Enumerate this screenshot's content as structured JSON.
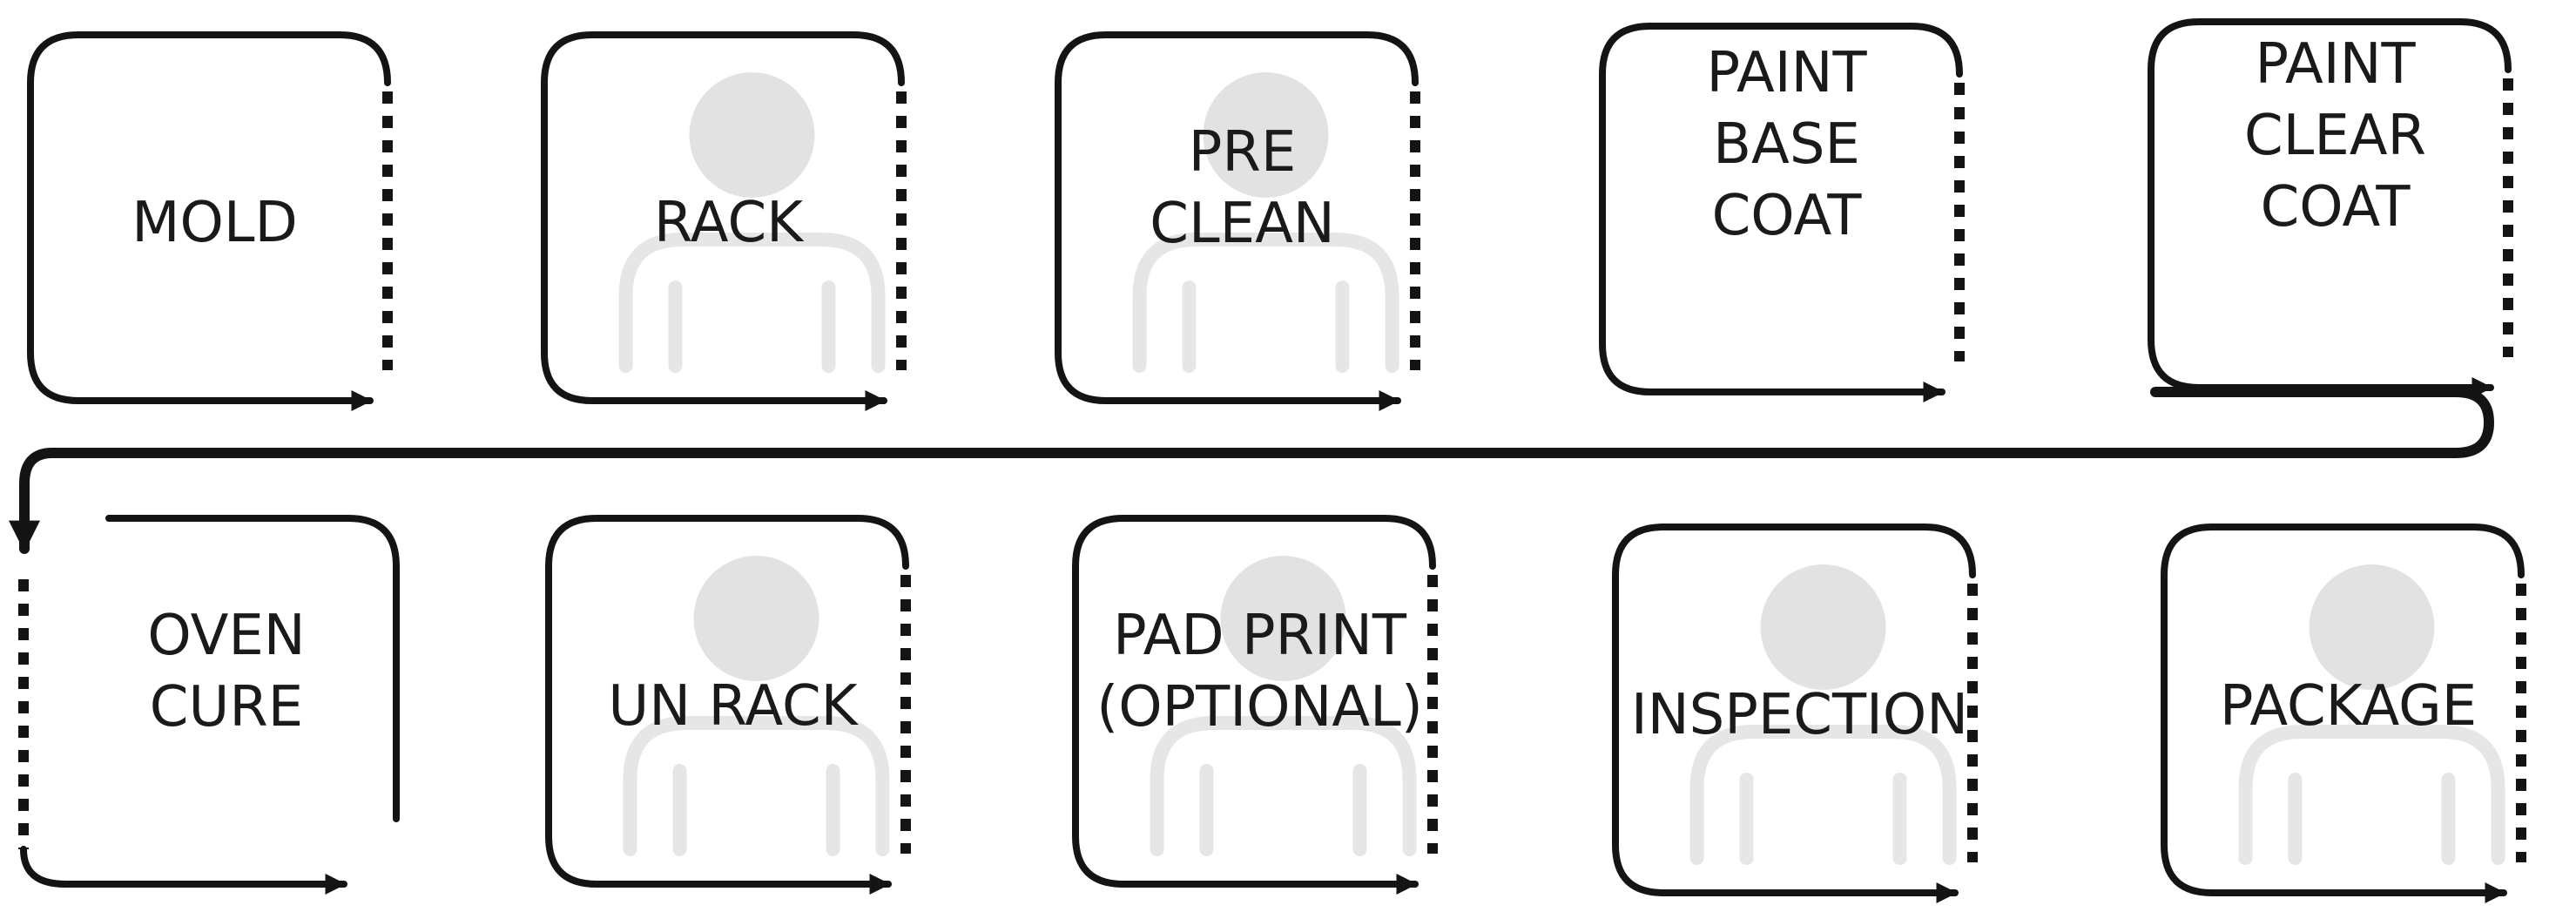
{
  "colors": {
    "line": "#141414",
    "person_silhouette": "#e2e2e2",
    "background": "#ffffff"
  },
  "icons": {
    "operator": "person-silhouette-icon",
    "arrow": "arrowhead-icon"
  },
  "steps": [
    {
      "id": "mold",
      "lines": [
        "MOLD"
      ],
      "operator": false
    },
    {
      "id": "rack",
      "lines": [
        "RACK"
      ],
      "operator": true
    },
    {
      "id": "pre-clean",
      "lines": [
        "PRE",
        "CLEAN"
      ],
      "operator": true
    },
    {
      "id": "paint-base-coat",
      "lines": [
        "PAINT",
        "BASE",
        "COAT"
      ],
      "operator": false
    },
    {
      "id": "paint-clear-coat",
      "lines": [
        "PAINT",
        "CLEAR",
        "COAT"
      ],
      "operator": false
    },
    {
      "id": "oven-cure",
      "lines": [
        "OVEN",
        "CURE"
      ],
      "operator": false
    },
    {
      "id": "un-rack",
      "lines": [
        "UN RACK"
      ],
      "operator": true
    },
    {
      "id": "pad-print",
      "lines": [
        "PAD PRINT",
        "(OPTIONAL)"
      ],
      "operator": true
    },
    {
      "id": "inspection",
      "lines": [
        "INSPECTION"
      ],
      "operator": true
    },
    {
      "id": "package",
      "lines": [
        "PACKAGE"
      ],
      "operator": true
    }
  ]
}
